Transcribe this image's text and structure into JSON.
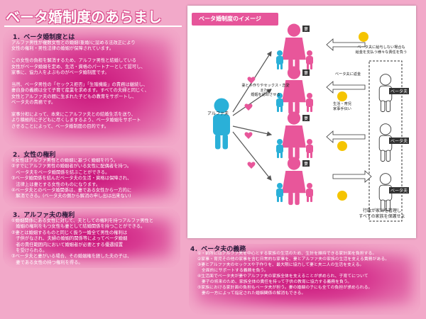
{
  "page": {
    "title": "ベータ婚制度のあらまし"
  },
  "sections": [
    {
      "head": "1．ベータ婚制度とは",
      "body": "アルファ男性が複数女性との婚姻(重婚)に認める法改正により\n女性の権利・男性法律の婚姻が保障されています。\n\nこの女性の負担を解消するため、アルファ男性と結婚している\n女性がベータ婚姻を定め、生活・資格のパートナーとして認可し、\n家事に、協力人をよぶものがベータ婚制度です。\n\n当然、ベータ男性の「セックス拒否」「生殖機能」の責務は継続し、\n妻自身の義務は全て子育て産業を求めます。すべての夫婦と同じく、\n女性とアルファ夫の間に生まれた子どもの教育をサポートし、\nベータ夫の責務です。\n\n家事分担によって、本来にこアルファ夫との結婚生活を送り、\nより積極的に子どもに尽くしまするよう、ベータ婚姻をサポート\nさせることによって、ベータ婚制度の目的です。"
    },
    {
      "head": "2．女性の権利",
      "body": "①女性はアルファ男性との婚姻に基づく婚姻を行う。\n②すでにアルファ男性の婚姻者がいる女性に配偶者を持つ。\n　ベータ夫をベータ婚関係を結ぶことができる。\n③ベータ婚関係を結んだベータ夫の生活・資格は保障され、\n　法律上は妻とする女性のものになります。\n④ベータ夫とのベータ婚関係は、妻である女性から一方的に\n　解消できる。(ベータ夫の側から解消の申し出は出来ない)"
    },
    {
      "head": "3．アルファ夫の権利",
      "body": "①婚姻関係にある女性に対して、夫としての権利を持つアルファ男性と\n　婚姻の権利をもつ女性も妻として結婚関係を持つことができる。\n②妻とは婚姻するものと同じく扱う一婚全て男性の権利は\n　子供がなされ、夫婦の婚姻的関係等によってベータ婚姻\n　者の責任範囲内において婚姻者が必要とする優遇措置\n　を受けられる。\n③ベータ夫と妻がいる場合、その婚姻権を経した夫の子は、\n　妻である女性の持つ権利を得る。"
    },
    {
      "head": "4．ベータ夫の義務",
      "body": "①・前所にはアルファ夫を中心とする家族の生活のため、生計を維持できる家計面を負担する。\n②家事・育児その他の家事を含む日常的な家事を、妻とアルファ夫の家族の生活を支える責務がある。\n③妻とアルファ夫のセックスや子作りを、最大限に協力して妻と夫二人の生活を支える。\n　全面的にサポートする義務を負う。\n④生活面でベータ夫が妻やアルファ夫の家族全体を支えることが求められ、子育てについて\n　妻子の将来のため、家族全体の責任を持って子供の教育に協力する義務を負う。\n⑤家族における家計面の負担もベータ夫が担う。妻の婚姻の子にも全ての負担が求められる。\n　妻の一方によって指定された婚姻関係の解消もできる。"
    }
  ],
  "diagram": {
    "title": "ベータ婚制度のイメージ",
    "alpha_label": "アルファ夫",
    "wife_badge": "妻",
    "beta_badge": "ベータ夫",
    "callouts": {
      "top_right": "ベータ夫に給与しない場合も\n給金を支払う様々な責任を負う",
      "sex_note": "妻と子作りやセックス・恋愛\nまたは\n婚姻を認めさせる",
      "beta_notice": "ベータ夫に返金",
      "support": "生活・育児\n家事手伝い",
      "bottom_note": "行政が家計を管理し\nすべての家族を保護せよ"
    },
    "colors": {
      "wife": "#e8569a",
      "child_pink": "#e8569a",
      "child_blue": "#2ab0d8",
      "alpha": "#2ab0d8",
      "beta": "#ffffff",
      "money": "#f5c400"
    }
  }
}
